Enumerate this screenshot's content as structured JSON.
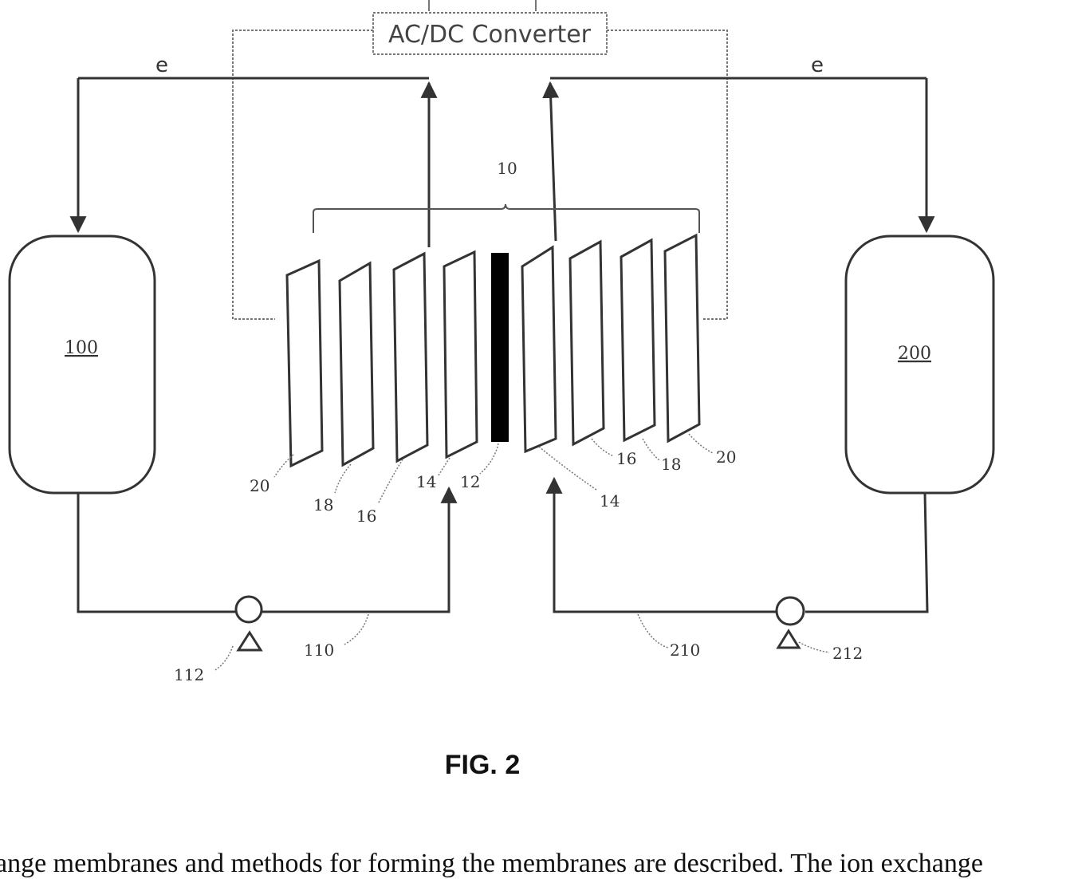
{
  "converter": {
    "label": "AC/DC  Converter"
  },
  "flow": {
    "left_label": "e",
    "right_label": "e"
  },
  "tanks": {
    "left_label": "100",
    "right_label": "200"
  },
  "stack": {
    "label": "10"
  },
  "callouts": {
    "l20": "20",
    "l18": "18",
    "l16": "16",
    "l14": "14",
    "l12": "12",
    "r14": "14",
    "r16": "16",
    "r18": "18",
    "r20": "20",
    "pipe_left": "110",
    "pump_left": "112",
    "pipe_right": "210",
    "pump_right": "212"
  },
  "figure": {
    "caption": "FIG. 2"
  },
  "body": {
    "text": "ange membranes and methods for forming the membranes are described. The ion exchange"
  }
}
